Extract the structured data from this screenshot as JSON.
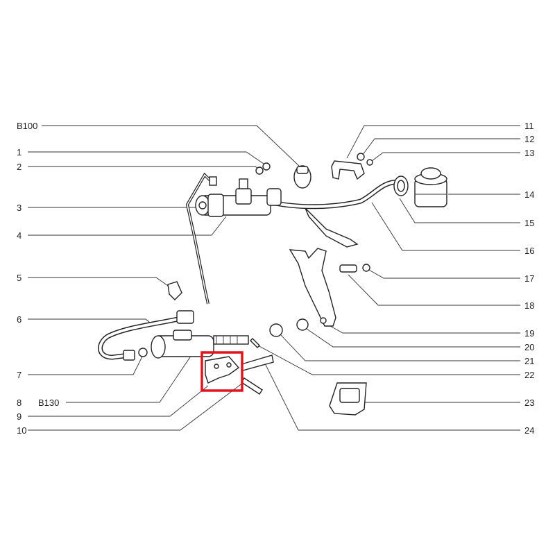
{
  "diagram": {
    "title": "Clutch hydraulic control exploded view",
    "highlight_color": "#e0141c",
    "highlighted_part": "9",
    "left_labels": [
      {
        "num": "B100"
      },
      {
        "num": "1"
      },
      {
        "num": "2"
      },
      {
        "num": "3"
      },
      {
        "num": "4"
      },
      {
        "num": "5"
      },
      {
        "num": "6"
      },
      {
        "num": "7"
      },
      {
        "num": "8",
        "ref": "B130"
      },
      {
        "num": "9"
      },
      {
        "num": "10"
      }
    ],
    "right_labels": [
      {
        "num": "11"
      },
      {
        "num": "12"
      },
      {
        "num": "13"
      },
      {
        "num": "14"
      },
      {
        "num": "15"
      },
      {
        "num": "16"
      },
      {
        "num": "17"
      },
      {
        "num": "18"
      },
      {
        "num": "19"
      },
      {
        "num": "20"
      },
      {
        "num": "21"
      },
      {
        "num": "22"
      },
      {
        "num": "23"
      },
      {
        "num": "24"
      }
    ]
  }
}
